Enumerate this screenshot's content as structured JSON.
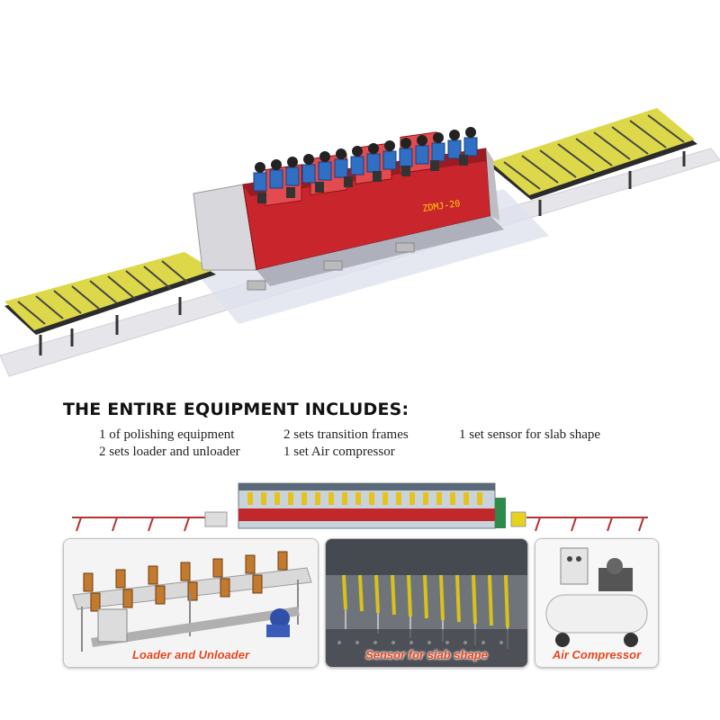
{
  "heading": "THE ENTIRE EQUIPMENT INCLUDES:",
  "items": [
    "1 of polishing equipment",
    "2 sets transition frames",
    "1 set sensor for slab shape",
    "2 sets loader and unloader",
    "1 set Air compressor"
  ],
  "machine_label": "ZDMJ-20",
  "panels": [
    {
      "caption": "Loader and Unloader"
    },
    {
      "caption": "Sensor for slab shape"
    },
    {
      "caption": "Air Compressor"
    }
  ],
  "colors": {
    "machine_red": "#c8262c",
    "head_blue": "#2f6fc4",
    "roller_yellow": "#e6d21a",
    "caption_orange": "#e8431b"
  }
}
